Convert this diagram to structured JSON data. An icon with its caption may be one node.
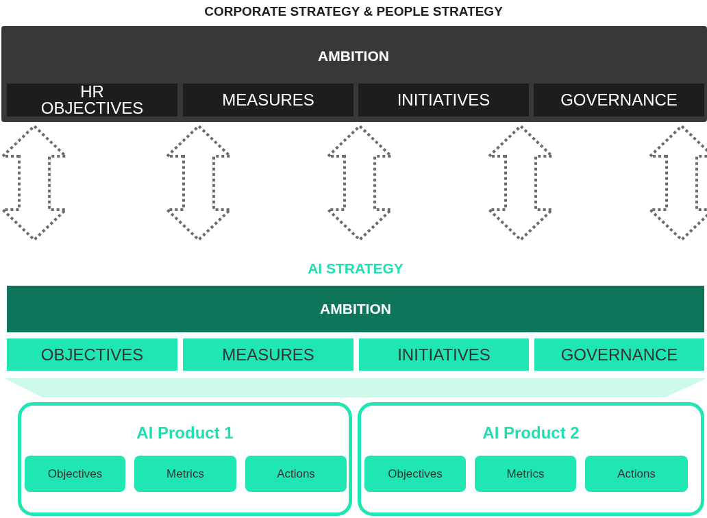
{
  "diagram": {
    "nodes": [
      {
        "text": [
          "CORPORATE STRATEGY & PEOPLE STRATEGY",
          "AMBITION"
        ]
      },
      {
        "text": [
          "HR OBJECTIVES"
        ],
        "in": 0
      },
      {
        "text": [
          "MEASURES"
        ],
        "in": 0
      },
      {
        "text": [
          "INITIATIVES"
        ],
        "in": 0
      },
      {
        "text": [
          "GOVERNANCE"
        ],
        "in": 0
      },
      {
        "text": [
          "AI STRATEGY",
          "AMBITION"
        ]
      },
      {
        "text": [
          "OBJECTIVES"
        ]
      },
      {
        "text": [
          "MEASURES"
        ]
      },
      {
        "text": [
          "INITIATIVES"
        ]
      },
      {
        "text": [
          "GOVERNANCE"
        ]
      },
      {
        "text": [],
        "shape": "band"
      },
      {
        "text": [
          "AI Product 1"
        ]
      },
      {
        "text": [
          "Objectives"
        ],
        "in": 11
      },
      {
        "text": [
          "Metrics"
        ],
        "in": 11
      },
      {
        "text": [
          "Actions"
        ],
        "in": 11
      },
      {
        "text": [
          "AI Product 2"
        ]
      },
      {
        "text": [
          "Objectives"
        ],
        "in": 15
      },
      {
        "text": [
          "Metrics"
        ],
        "in": 15
      },
      {
        "text": [
          "Actions"
        ],
        "in": 15
      }
    ],
    "edges": [
      {
        "from": 0,
        "to": 5,
        "arrow": "both",
        "style": "dashed"
      },
      {
        "from": 0,
        "to": 5,
        "arrow": "both",
        "style": "dashed"
      },
      {
        "from": 0,
        "to": 5,
        "arrow": "both",
        "style": "dashed"
      },
      {
        "from": 0,
        "to": 5,
        "arrow": "both",
        "style": "dashed"
      },
      {
        "from": 0,
        "to": 5,
        "arrow": "both",
        "style": "dashed"
      }
    ]
  }
}
